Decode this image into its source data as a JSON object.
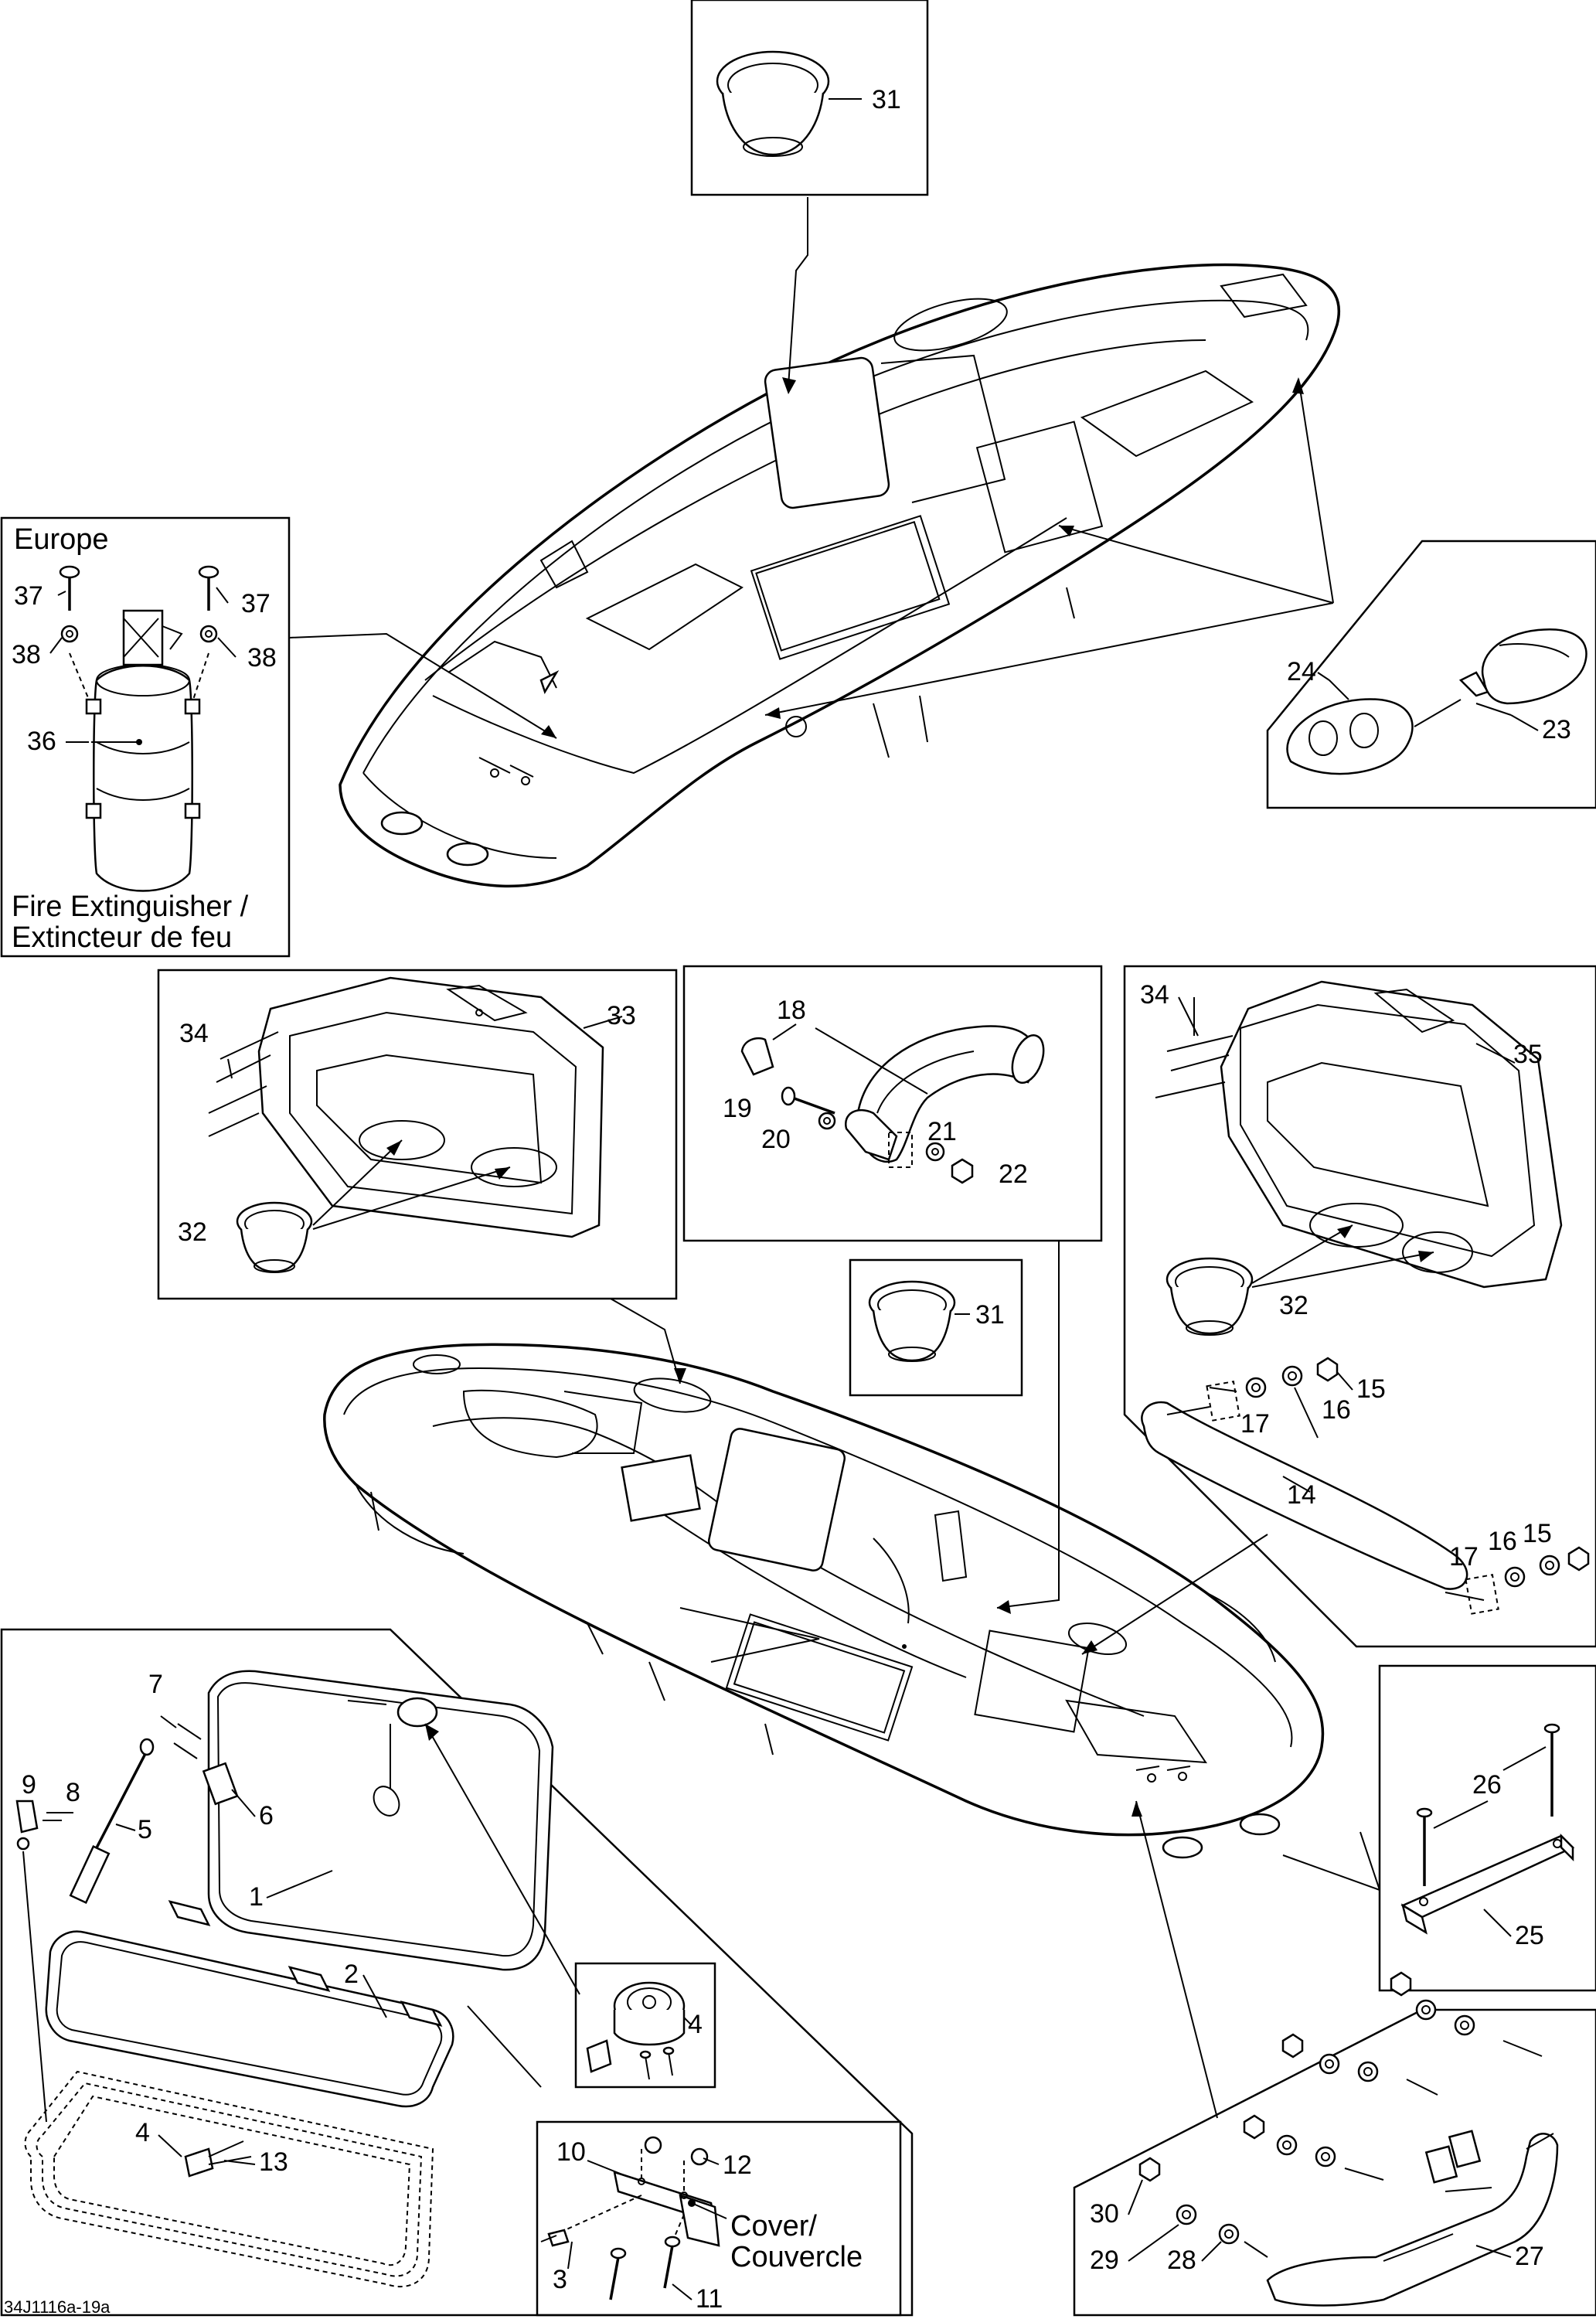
{
  "reference": "34J1116a-19a",
  "callouts": {
    "c1": "1",
    "c2": "2",
    "c3": "3",
    "c4a": "4",
    "c4b": "4",
    "c5": "5",
    "c6": "6",
    "c7": "7",
    "c8": "8",
    "c9": "9",
    "c10": "10",
    "c11": "11",
    "c12": "12",
    "c13": "13",
    "c14": "14",
    "c15a": "15",
    "c15b": "15",
    "c16a": "16",
    "c16b": "16",
    "c17a": "17",
    "c17b": "17",
    "c18": "18",
    "c19": "19",
    "c20": "20",
    "c21": "21",
    "c22": "22",
    "c23": "23",
    "c24": "24",
    "c25": "25",
    "c26": "26",
    "c27": "27",
    "c28": "28",
    "c29": "29",
    "c30": "30",
    "c31a": "31",
    "c31b": "31",
    "c32a": "32",
    "c32b": "32",
    "c33": "33",
    "c34a": "34",
    "c34b": "34",
    "c35": "35",
    "c36": "36",
    "c37a": "37",
    "c37b": "37",
    "c38a": "38",
    "c38b": "38"
  },
  "europe_box": {
    "title": "Europe",
    "caption_line1": "Fire Extinguisher /",
    "caption_line2": "Extincteur de feu"
  },
  "cover_box": {
    "label_line1": "Cover/",
    "label_line2": "Couvercle"
  }
}
